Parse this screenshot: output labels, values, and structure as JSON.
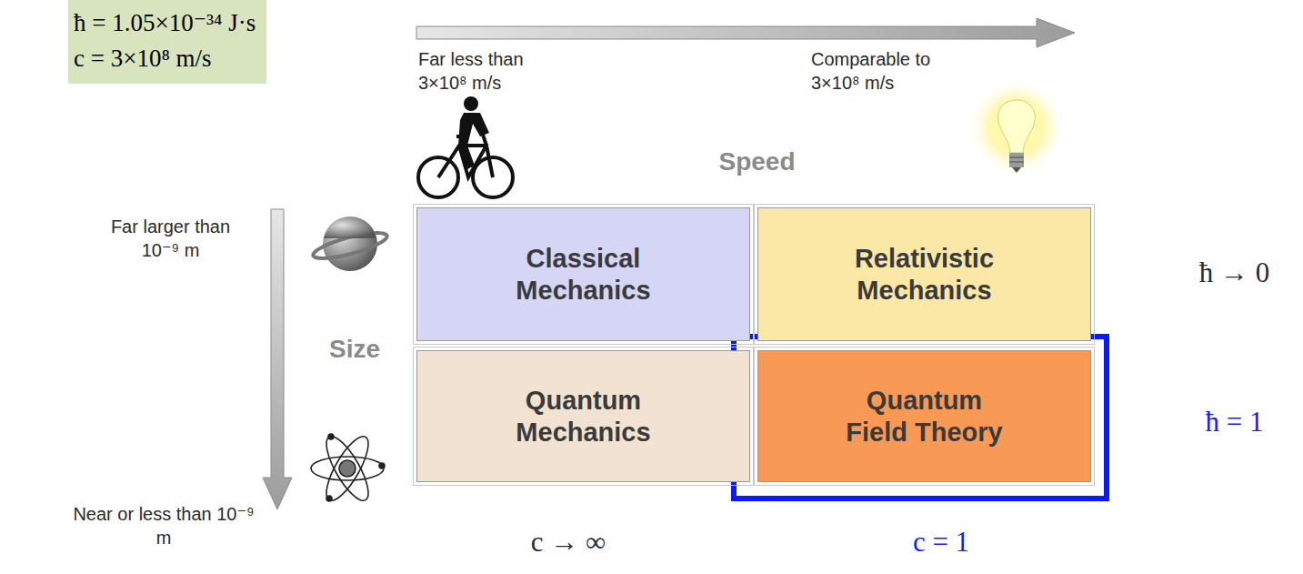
{
  "diagram": {
    "nodes": [
      {
        "text": [
          "ħ = 1.05×10⁻³⁴ J·s",
          "c = 3×10⁸ m/s"
        ]
      },
      {
        "text": [
          "Classical Mechanics"
        ]
      },
      {
        "text": [
          "Relativistic Mechanics"
        ]
      },
      {
        "text": [
          "Quantum Mechanics"
        ]
      },
      {
        "text": [
          "Quantum Field Theory"
        ]
      }
    ],
    "edges": [],
    "labels": [
      "Far less than 3×10⁸ m/s",
      "Comparable to 3×10⁸ m/s",
      "Speed",
      "Far larger than 10⁻⁹ m",
      "Size",
      "Near or less than 10⁻⁹ m",
      "ħ → 0",
      "ħ = 1",
      "c → ∞",
      "c = 1"
    ]
  }
}
